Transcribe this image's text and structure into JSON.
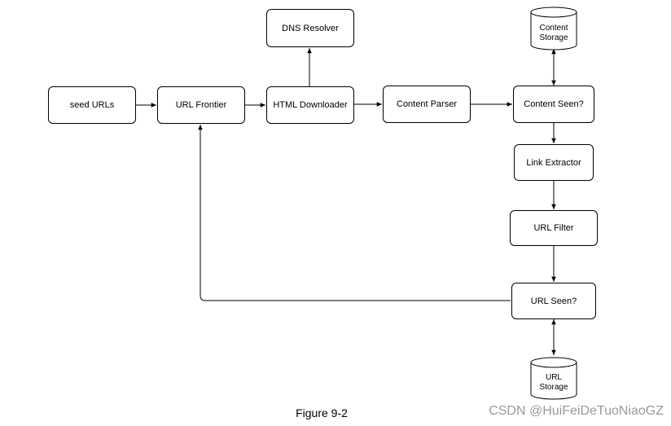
{
  "nodes": {
    "seed_urls": "seed URLs",
    "url_frontier": "URL Frontier",
    "html_downloader": "HTML Downloader",
    "dns_resolver": "DNS Resolver",
    "content_parser": "Content Parser",
    "content_seen": "Content Seen?",
    "content_storage": [
      "Content",
      "Storage"
    ],
    "link_extractor": "Link Extractor",
    "url_filter": "URL Filter",
    "url_seen": "URL Seen?",
    "url_storage": [
      "URL",
      "Storage"
    ]
  },
  "caption": "Figure 9-2",
  "watermark": "CSDN @HuiFeiDeTuoNiaoGZ"
}
